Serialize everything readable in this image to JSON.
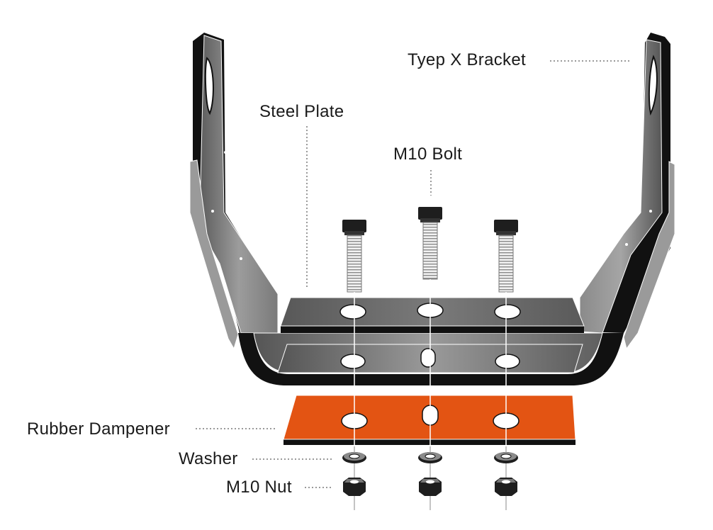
{
  "diagram": {
    "labels": {
      "bracket": "Tyep X Bracket",
      "steel_plate": "Steel Plate",
      "bolt": "M10 Bolt",
      "rubber": "Rubber Dampener",
      "washer": "Washer",
      "nut": "M10 Nut"
    },
    "colors": {
      "bracket_face": "#8a8a8a",
      "bracket_edge": "#111111",
      "steel_plate": "#6b6b6b",
      "rubber": "#e35413",
      "hardware": "#1e1e1e",
      "leader": "#9a9a9a"
    },
    "counts": {
      "bolts": 3,
      "holes_per_plate": 3
    }
  }
}
